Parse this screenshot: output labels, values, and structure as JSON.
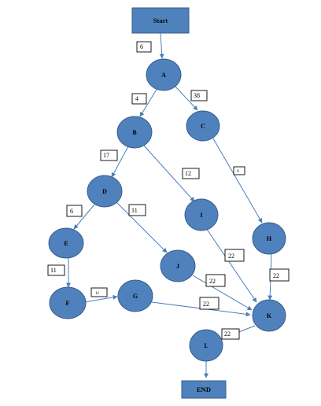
{
  "colors": {
    "node_fill": "#4f81bd",
    "node_stroke": "#385d8a",
    "edge": "#4a7ebb",
    "label_text": "#000000",
    "box_stroke": "#000000"
  },
  "nodes": {
    "start": "Start",
    "a": "A",
    "b": "B",
    "c": "C",
    "d": "D",
    "e": "E",
    "f": "F",
    "g": "G",
    "h": "H",
    "i": "I",
    "j": "J",
    "k": "K",
    "l": "L",
    "end": "END"
  },
  "weights": {
    "start_a": "6",
    "a_b": "4",
    "a_c": "38",
    "b_d": "17",
    "b_i": "12",
    "c_h": "6",
    "d_e": "6",
    "d_j": "11",
    "e_f": "11",
    "f_g": "11",
    "g_k": "22",
    "i_k": "22",
    "j_k": "22",
    "h_k": "22",
    "k_l": "22"
  }
}
